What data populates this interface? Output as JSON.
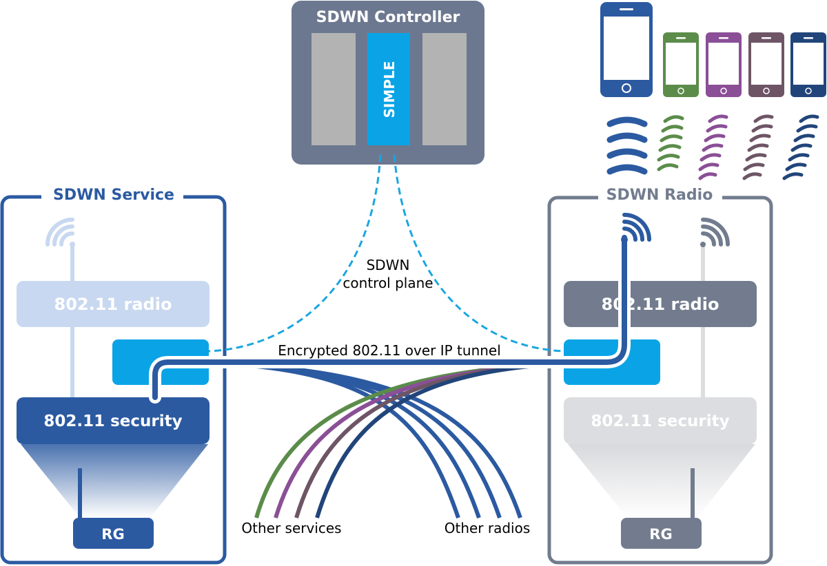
{
  "controller": {
    "title": "SDWN Controller",
    "module_label": "SIMPLE"
  },
  "service_box": {
    "title": "SDWN Service",
    "radio_label": "802.11 radio",
    "security_label": "802.11 security",
    "rg_label": "RG"
  },
  "radio_box": {
    "title": "SDWN Radio",
    "radio_label": "802.11 radio",
    "security_label": "802.11 security",
    "rg_label": "RG"
  },
  "control_plane": {
    "line1": "SDWN",
    "line2": "control plane"
  },
  "tunnel_label": "Encrypted 802.11 over IP tunnel",
  "other_services_label": "Other services",
  "other_radios_label": "Other radios",
  "phones": [
    {
      "name": "phone-blue",
      "color": "#2b5aa1"
    },
    {
      "name": "phone-green",
      "color": "#5b8c4a"
    },
    {
      "name": "phone-purple",
      "color": "#8a4f96"
    },
    {
      "name": "phone-plum",
      "color": "#6e5566"
    },
    {
      "name": "phone-navy",
      "color": "#21457a"
    }
  ],
  "colors": {
    "service_blue": "#2b5aa1",
    "controller_gray": "#6c7890",
    "simple_cyan": "#0aa4e6",
    "radio_gray": "#727c8e",
    "light_blue": "#c8d8f0",
    "light_gray": "#dcdde0"
  }
}
